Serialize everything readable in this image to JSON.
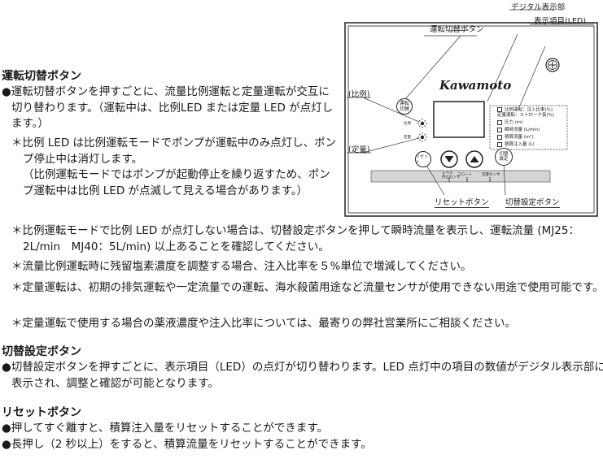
{
  "panel": {
    "label_mode_button": "運転切替ボタン",
    "label_digital_display": "デジタル表示部",
    "label_display_items": "表示項目(LED)",
    "label_proportional": "(比例)",
    "label_constant": "(定量)",
    "label_reset_button": "リセットボタン",
    "label_switch_setting_button": "切替設定ボタン",
    "logo": "Kawamoto",
    "btn_mode": "運転\n切替",
    "btn_reset": "リセット",
    "btn_switch": "切替\n設定",
    "led_proportional": "比例",
    "led_constant": "定量",
    "legend": [
      "比例運転：注入比率(%)\n定量運転：ストローク長(%)",
      "圧力 (m)",
      "瞬時流量 (L/min)",
      "積算流量 (m³)",
      "積算注入量 (L)"
    ],
    "strip_labels": [
      "レベル\n停止センサ",
      "フロート",
      "流量センサ"
    ]
  },
  "section1": {
    "heading": "運転切替ボタン",
    "bullet": "●運転切替ボタンを押すごとに、流量比例運転と定量運転が交互に切り替わります。（運転中は、比例LED または定量 LED が点灯します。）",
    "note1": "＊比例 LED は比例運転モードでポンプが運転中のみ点灯し、ポンプ停止中は消灯します。",
    "note1b": "（比例運転モードではポンプが起動停止を繰り返すため、ポンプ運転中は比例 LED が点滅して見える場合があります。）",
    "note2": "＊比例運転モードで比例 LED が点灯しない場合は、切替設定ボタンを押して瞬時流量を表示し、運転流量 (MJ25：2L/min　MJ40：5L/min) 以上あることを確認してください。",
    "note3": "＊流量比例運転時に残留塩素濃度を調整する場合、注入比率を５%単位で増減してください。",
    "note4": "＊定量運転は、初期の排気運転や一定流量での運転、海水殺菌用途など流量センサが使用できない用途で使用可能です。",
    "note5": "＊定量運転で使用する場合の薬液濃度や注入比率については、最寄りの弊社営業所にご相談ください。"
  },
  "section2": {
    "heading": "切替設定ボタン",
    "bullet": "●切替設定ボタンを押すごとに、表示項目（LED）の点灯が切り替わります。LED 点灯中の項目の数値がデジタル表示部に表示され、調整と確認が可能となります。"
  },
  "section3": {
    "heading": "リセットボタン",
    "bullet1": "●押してすぐ離すと、積算注入量をリセットすることができます。",
    "bullet2": "●長押し（2 秒以上）をすると、積算流量をリセットすることができます。"
  }
}
